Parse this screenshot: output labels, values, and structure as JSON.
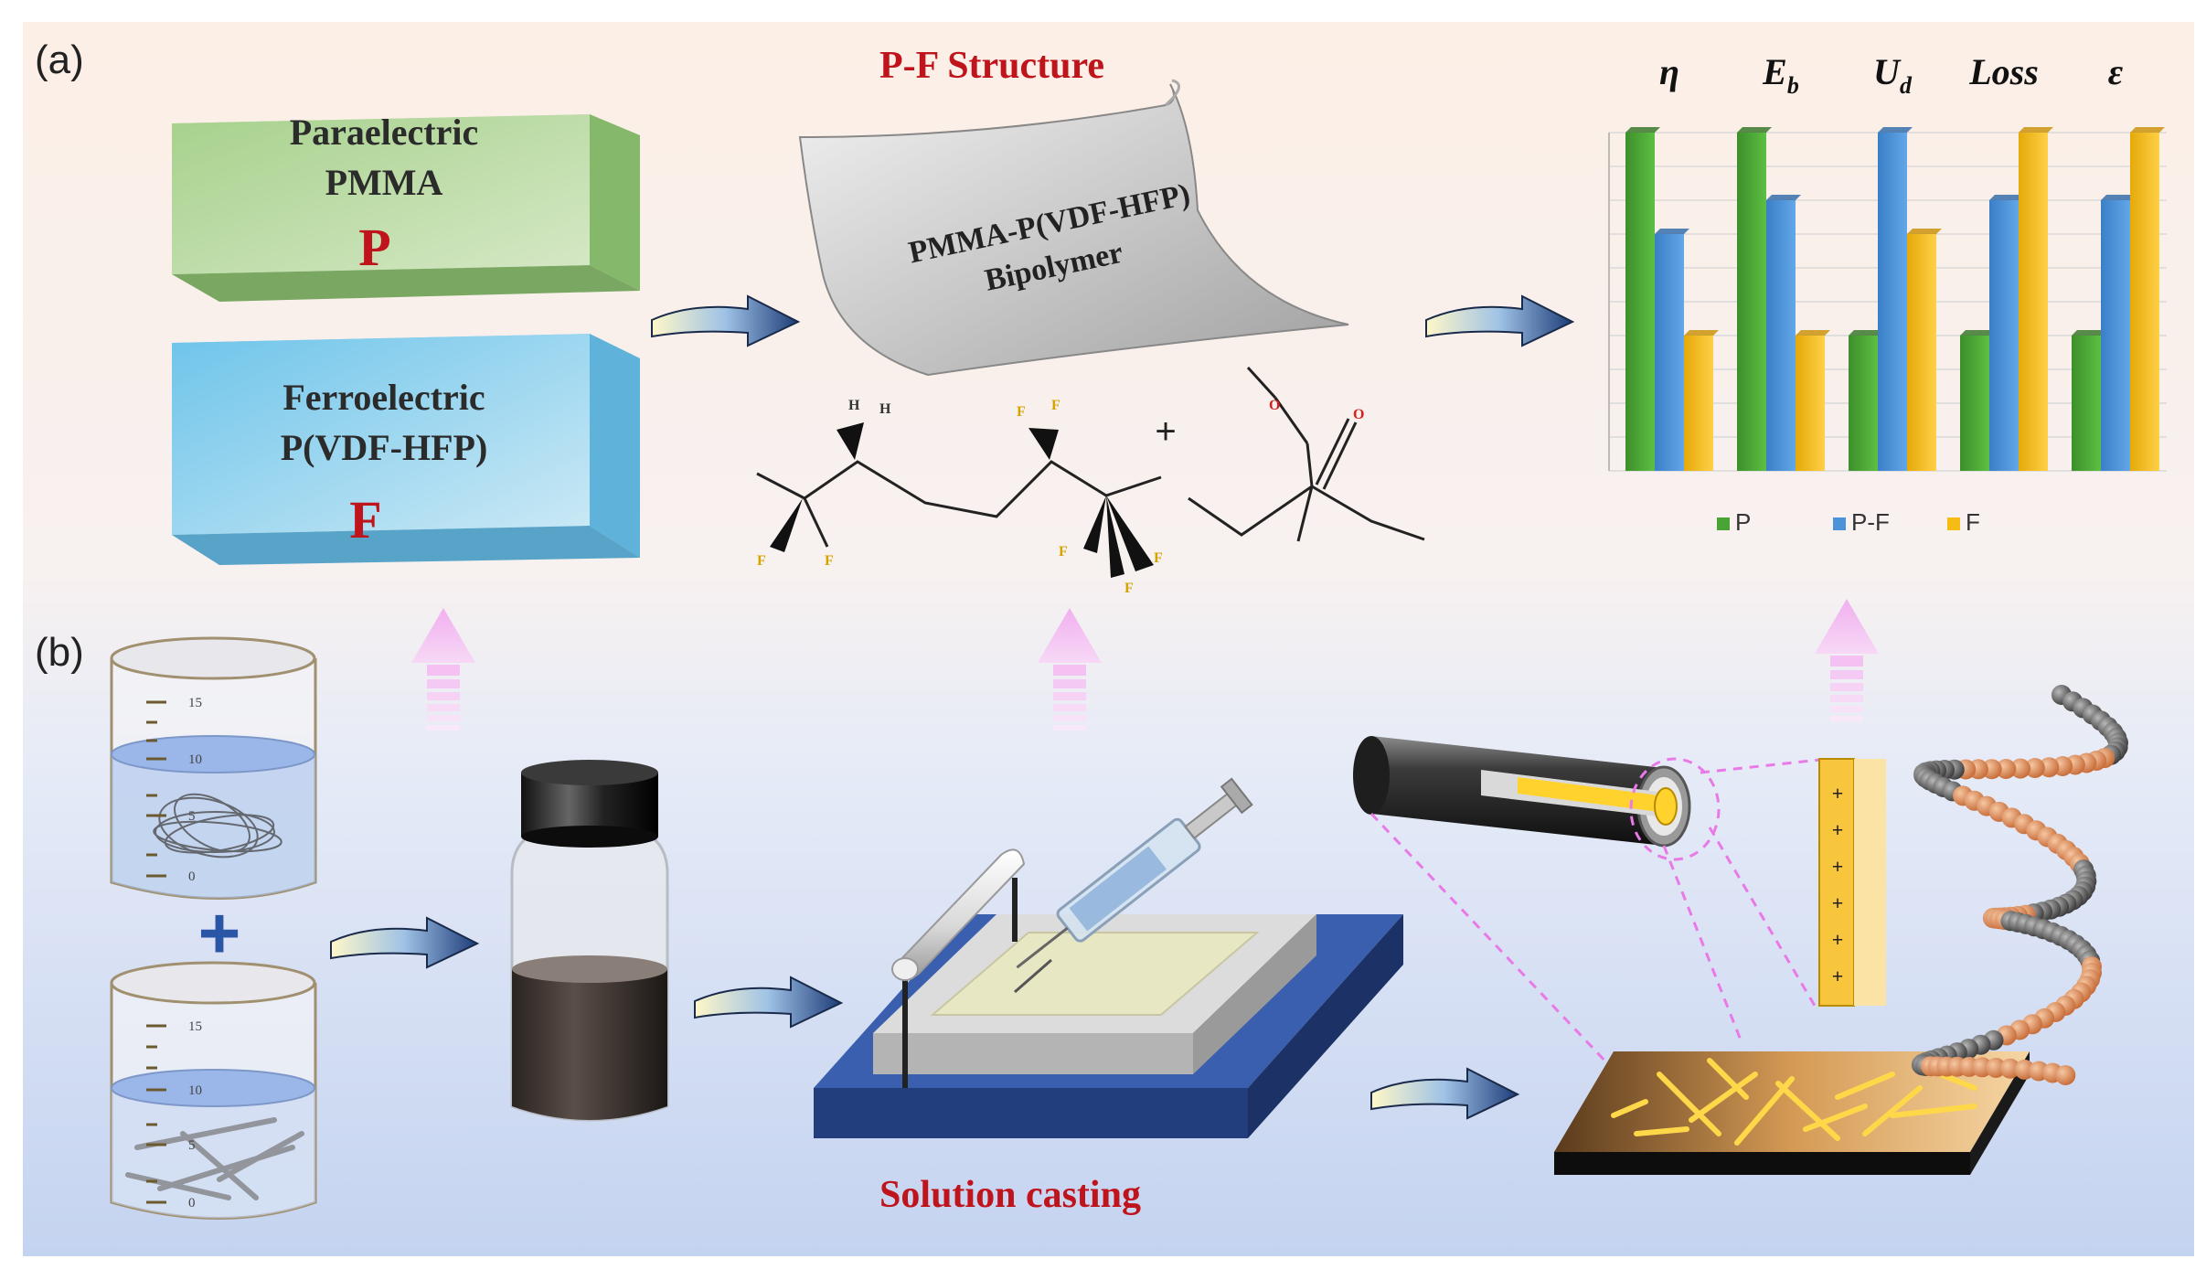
{
  "panel_a": {
    "label": "(a)",
    "block_p": {
      "line1": "Paraelectric",
      "line2": "PMMA",
      "letter": "P"
    },
    "block_f": {
      "line1": "Ferroelectric",
      "line2": "P(VDF-HFP)",
      "letter": "F"
    },
    "structure_title": "P-F Structure",
    "film": {
      "line1": "PMMA-P(VDF-HFP)",
      "line2": "Bipolymer"
    },
    "molecule": {
      "h1": "H",
      "h2": "H",
      "f_labels": [
        "F",
        "F",
        "F",
        "F",
        "F",
        "F",
        "F"
      ],
      "plus": "+",
      "o1": "O",
      "o2": "O"
    }
  },
  "panel_b": {
    "label": "(b)",
    "beaker_ticks": [
      "15",
      "10",
      "5",
      "0"
    ],
    "plus": "+",
    "caption": "Solution casting"
  },
  "chart_data": {
    "type": "bar",
    "categories": [
      "η",
      "Eb",
      "Ud",
      "Loss",
      "ε"
    ],
    "category_labels": [
      {
        "main": "η",
        "sub": ""
      },
      {
        "main": "E",
        "sub": "b"
      },
      {
        "main": "U",
        "sub": "d"
      },
      {
        "main": "Loss",
        "sub": ""
      },
      {
        "main": "ε",
        "sub": ""
      }
    ],
    "series": [
      {
        "name": "P",
        "values": [
          100,
          100,
          40,
          40,
          40
        ]
      },
      {
        "name": "P-F",
        "values": [
          70,
          80,
          100,
          80,
          80
        ]
      },
      {
        "name": "F",
        "values": [
          40,
          40,
          70,
          100,
          100
        ]
      }
    ],
    "ylim": [
      0,
      100
    ],
    "grid": true,
    "legend_position": "bottom",
    "colors": {
      "P": "#4aa335",
      "P-F": "#4c92d8",
      "F": "#f6bc14"
    }
  },
  "colors": {
    "accent_red": "#c0141c",
    "upper_bg": "#fbeee4",
    "lower_bg": "#cfdbf3",
    "pink_arrow": "#f2b6f0",
    "substrate": "#2f4f98"
  }
}
